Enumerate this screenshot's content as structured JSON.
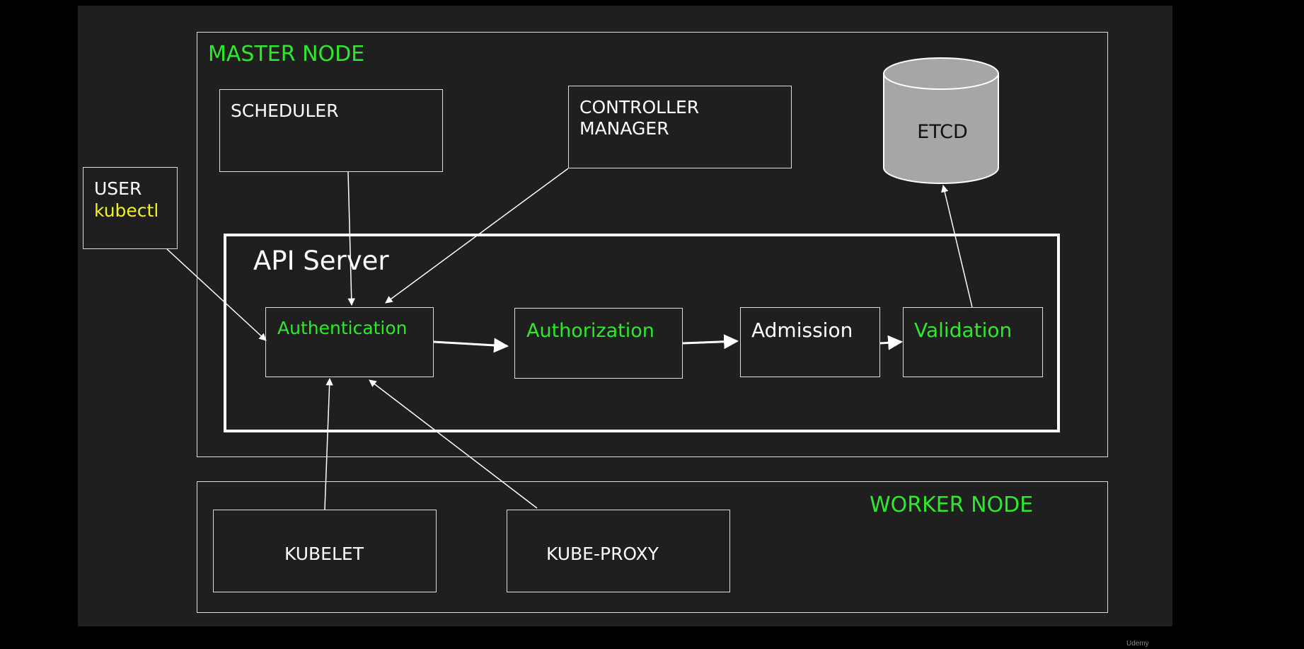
{
  "master_node": {
    "label": "MASTER NODE"
  },
  "scheduler": {
    "label": "SCHEDULER"
  },
  "controller_manager": {
    "line1": "CONTROLLER",
    "line2": "MANAGER"
  },
  "etcd": {
    "label": "ETCD"
  },
  "user": {
    "label": "USER",
    "tool": "kubectl"
  },
  "api_server": {
    "label": "API Server",
    "stages": {
      "authentication": "Authentication",
      "authorization": "Authorization",
      "admission": "Admission",
      "validation": "Validation"
    }
  },
  "worker_node": {
    "label": "WORKER NODE"
  },
  "kubelet": {
    "label": "KUBELET"
  },
  "kube_proxy": {
    "label": "KUBE-PROXY"
  },
  "footer": {
    "brand": "Udemy"
  },
  "colors": {
    "slide_background": "#1f1f1f",
    "outer_background": "#000000",
    "green_accent": "#2ee82e",
    "yellow_accent": "#f2f21e",
    "line_white": "#ffffff",
    "etcd_fill": "#a6a6a6"
  }
}
